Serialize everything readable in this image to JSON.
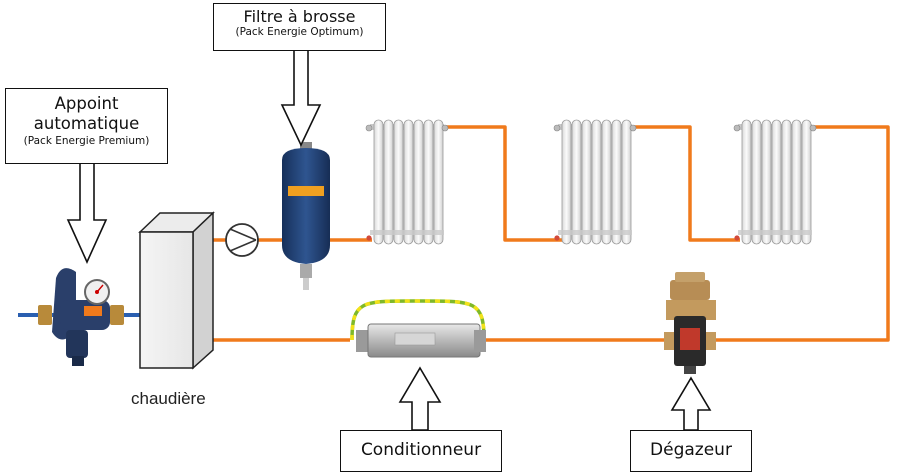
{
  "labels": {
    "filtre_title": "Filtre à brosse",
    "filtre_sub": "(Pack Energie Optimum)",
    "appoint_line1": "Appoint",
    "appoint_line2": "automatique",
    "appoint_sub": "(Pack Energie Premium)",
    "chaudiere": "chaudière",
    "conditionneur": "Conditionneur",
    "degazeur": "Dégazeur"
  },
  "colors": {
    "pipe": "#f07a1c",
    "cold_pipe": "#2a5fb0",
    "bypass": "#9acd32",
    "filter_body": "#1f3a66",
    "valve_body": "#2a3f6a",
    "degazeur_body": "#c4a06a"
  },
  "icons": {
    "pump": "pump-icon",
    "radiator": "radiator-icon",
    "arrow_down": "arrow-down-icon",
    "arrow_up": "arrow-up-icon"
  }
}
